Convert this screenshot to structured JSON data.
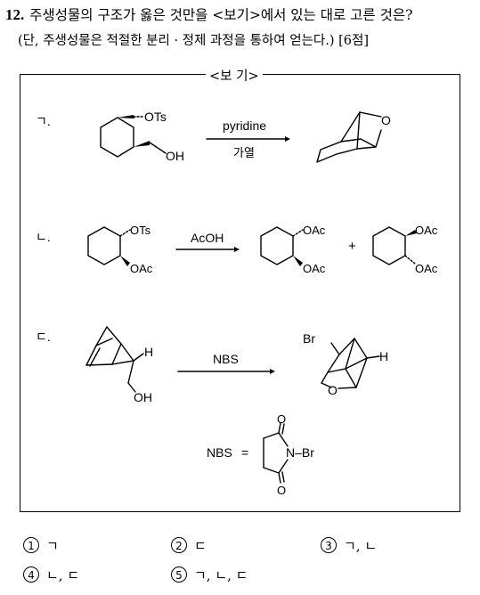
{
  "question": {
    "number": "12.",
    "text": "주생성물의 구조가 옳은 것만을 <보기>에서 있는 대로 고른 것은?",
    "note": "(단, 주생성물은 적절한 분리 · 정제 과정을 통하여 얻는다.) [6점]"
  },
  "box": {
    "label": "<보 기>"
  },
  "items": [
    {
      "marker": "ㄱ.",
      "substituent_top": "OTs",
      "substituent_bottom": "OH",
      "reagent": "pyridine",
      "condition": "가열",
      "product_atom": "O"
    },
    {
      "marker": "ㄴ.",
      "substituent_top": "OTs",
      "substituent_bottom": "OAc",
      "reagent": "AcOH",
      "product1_top": "OAc",
      "product1_bottom": "OAc",
      "plus": "+",
      "product2_top": "OAc",
      "product2_bottom": "OAc"
    },
    {
      "marker": "ㄷ.",
      "h_label": "H",
      "substituent": "OH",
      "reagent": "NBS",
      "product_br": "Br",
      "product_h": "H",
      "product_o": "O"
    }
  ],
  "nbs": {
    "label": "NBS",
    "equals": "=",
    "o_top": "O",
    "o_bottom": "O",
    "n_br": "N–Br"
  },
  "choices": [
    {
      "num": "1",
      "text": "ㄱ"
    },
    {
      "num": "2",
      "text": "ㄷ"
    },
    {
      "num": "3",
      "text": "ㄱ, ㄴ"
    },
    {
      "num": "4",
      "text": "ㄴ, ㄷ"
    },
    {
      "num": "5",
      "text": "ㄱ, ㄴ, ㄷ"
    }
  ]
}
